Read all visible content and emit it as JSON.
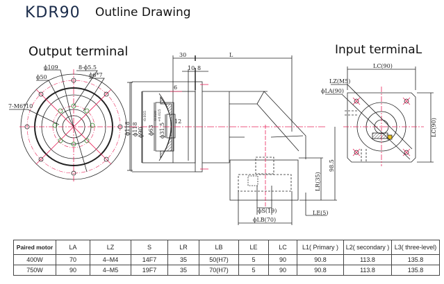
{
  "header": {
    "model": "KDR90",
    "title": "Outline Drawing"
  },
  "sections": {
    "output": "Output terminal",
    "input": "Input terminaL"
  },
  "output_view": {
    "labels": [
      "ϕ109",
      "8-ϕ5.5",
      "ϕ50",
      "ϕ6*7",
      "7-M6*10"
    ],
    "dia_label": "ϕ118"
  },
  "side_view": {
    "dims": {
      "d30": "30",
      "L": "L",
      "d10": "10",
      "d8": "8",
      "d6": "6",
      "d12": "12",
      "d118": "ϕ118",
      "d90": "ϕ90",
      "d90_tol": "-0.035",
      "d63": "ϕ63",
      "d63_tol": "-0.030",
      "d31": "ϕ31.5",
      "d31_tol": "+0.025",
      "d98": "98.5",
      "LR": "LR(35)",
      "S": "ϕS(19)",
      "LB": "ϕLB(70)",
      "LE": "LE(5)"
    }
  },
  "input_view": {
    "LC_top": "LC(90)",
    "LC_side": "LC(90)",
    "LZ": "LZ(M5)",
    "LA": "ϕLA(90)"
  },
  "table": {
    "headers": [
      "Paired motor",
      "LA",
      "LZ",
      "S",
      "LR",
      "LB",
      "LE",
      "LC",
      "L1( Primary )",
      "L2( secondary )",
      "L3( three-level)"
    ],
    "rows": [
      [
        "400W",
        "70",
        "4–M4",
        "14F7",
        "35",
        "50(H7)",
        "5",
        "90",
        "90.8",
        "113.8",
        "135.8"
      ],
      [
        "750W",
        "90",
        "4–M5",
        "19F7",
        "35",
        "70(H7)",
        "5",
        "90",
        "90.8",
        "113.8",
        "135.8"
      ]
    ]
  },
  "colors": {
    "centerline": "#e8245a",
    "line": "#222222",
    "hole": "#2a8a2a",
    "key": "#e8c020"
  }
}
